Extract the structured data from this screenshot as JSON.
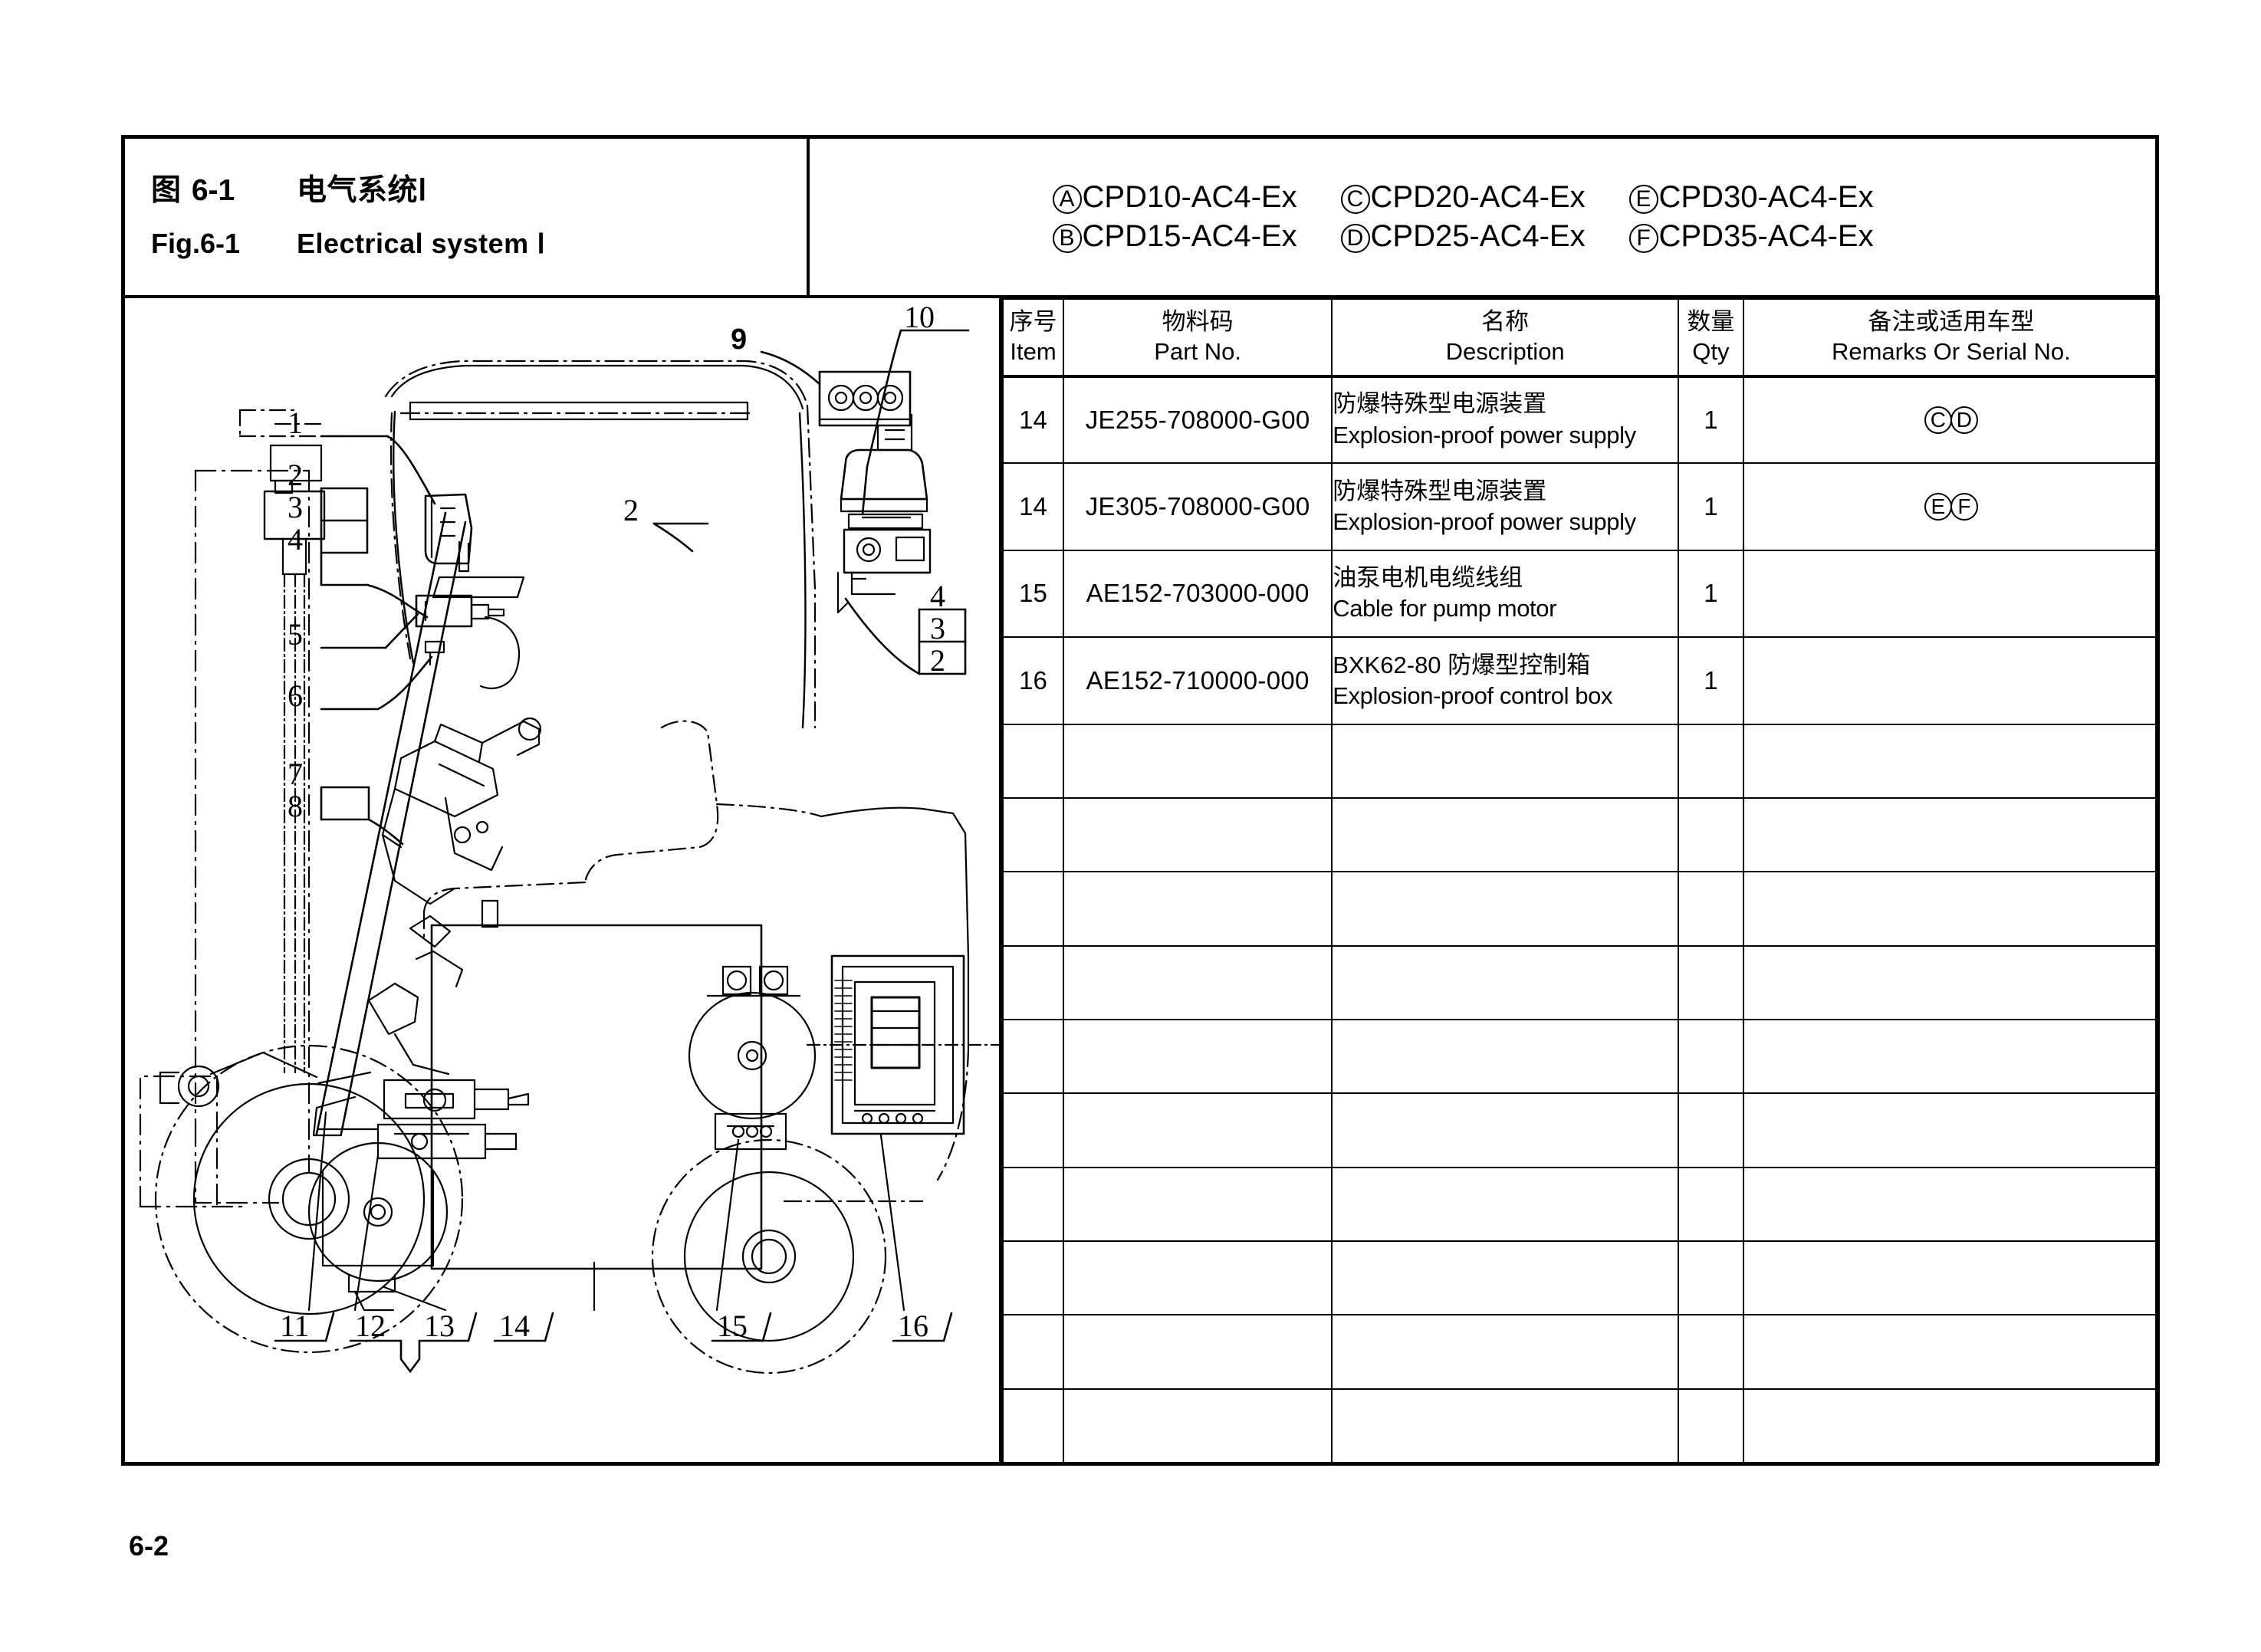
{
  "figure": {
    "cn_label": "图",
    "cn_number": "6-1",
    "cn_title": "电气系统Ⅰ",
    "en_label": "Fig.6-1",
    "en_title": "Electrical system Ⅰ"
  },
  "models": {
    "row1": [
      {
        "mark": "A",
        "name": "CPD10-AC4-Ex"
      },
      {
        "mark": "C",
        "name": "CPD20-AC4-Ex"
      },
      {
        "mark": "E",
        "name": "CPD30-AC4-Ex"
      }
    ],
    "row2": [
      {
        "mark": "B",
        "name": "CPD15-AC4-Ex"
      },
      {
        "mark": "D",
        "name": "CPD25-AC4-Ex"
      },
      {
        "mark": "F",
        "name": "CPD35-AC4-Ex"
      }
    ]
  },
  "table": {
    "headers": [
      {
        "cn": "序号",
        "en": "Item"
      },
      {
        "cn": "物料码",
        "en": "Part No."
      },
      {
        "cn": "名称",
        "en": "Description"
      },
      {
        "cn": "数量",
        "en": "Qty"
      },
      {
        "cn": "备注或适用车型",
        "en": "Remarks Or Serial No."
      }
    ],
    "rows": [
      {
        "item": "14",
        "part_no": "JE255-708000-G00",
        "desc_cn": "防爆特殊型电源装置",
        "desc_en": "Explosion-proof power supply",
        "qty": "1",
        "remarks": [
          "C",
          "D"
        ]
      },
      {
        "item": "14",
        "part_no": "JE305-708000-G00",
        "desc_cn": "防爆特殊型电源装置",
        "desc_en": "Explosion-proof power supply",
        "qty": "1",
        "remarks": [
          "E",
          "F"
        ]
      },
      {
        "item": "15",
        "part_no": "AE152-703000-000",
        "desc_cn": "油泵电机电缆线组",
        "desc_en": "Cable for pump motor",
        "qty": "1",
        "remarks": []
      },
      {
        "item": "16",
        "part_no": "AE152-710000-000",
        "desc_cn": "BXK62-80 防爆型控制箱",
        "desc_en": "Explosion-proof control box",
        "qty": "1",
        "remarks": []
      }
    ],
    "empty_row_count": 10
  },
  "diagram": {
    "callouts_left": [
      "1",
      "2",
      "3",
      "4",
      "5",
      "6",
      "7",
      "8"
    ],
    "callouts_right": [
      "9",
      "10",
      "4",
      "3",
      "2"
    ],
    "callouts_bottom": [
      "11",
      "12",
      "13",
      "14",
      "15",
      "16"
    ]
  },
  "footer": {
    "page": "6-2"
  }
}
